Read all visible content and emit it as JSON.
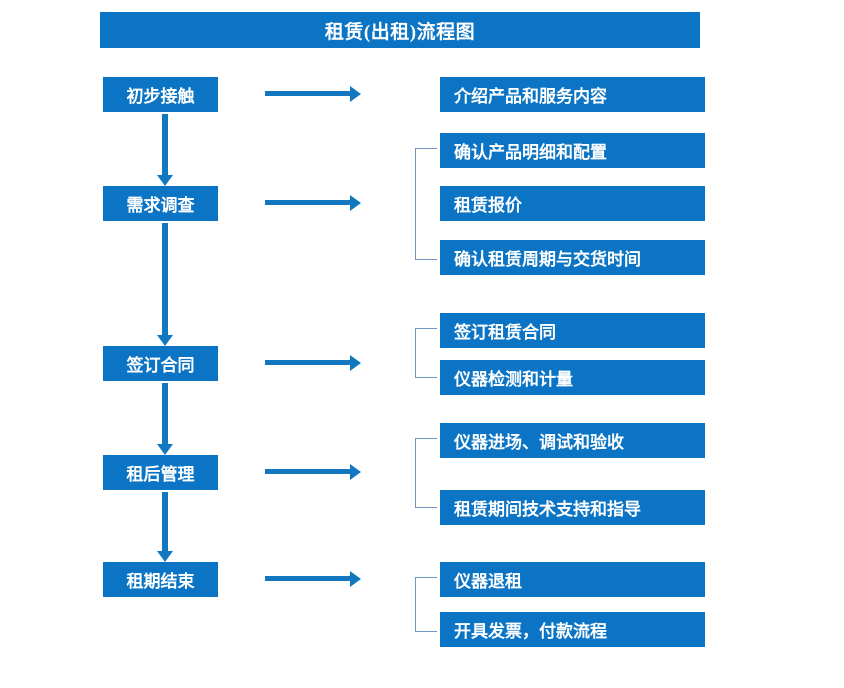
{
  "title": "租赁(出租)流程图",
  "colors": {
    "box_fill": "#0b74c4",
    "box_text": "#ffffff",
    "arrow": "#1178c0",
    "bracket": "#6e95bd",
    "background": "#ffffff"
  },
  "left_column": {
    "nodes": [
      {
        "label": "初步接触"
      },
      {
        "label": "需求调查"
      },
      {
        "label": "签订合同"
      },
      {
        "label": "租后管理"
      },
      {
        "label": "租期结束"
      }
    ]
  },
  "right_column": {
    "groups": [
      {
        "for_node": "初步接触",
        "bracketed": false,
        "items": [
          {
            "label": "介绍产品和服务内容"
          }
        ]
      },
      {
        "for_node": "需求调查",
        "bracketed": true,
        "items": [
          {
            "label": "确认产品明细和配置"
          },
          {
            "label": "租赁报价"
          },
          {
            "label": "确认租赁周期与交货时间"
          }
        ]
      },
      {
        "for_node": "签订合同",
        "bracketed": true,
        "items": [
          {
            "label": "签订租赁合同"
          },
          {
            "label": "仪器检测和计量"
          }
        ]
      },
      {
        "for_node": "租后管理",
        "bracketed": true,
        "items": [
          {
            "label": "仪器进场、调试和验收"
          },
          {
            "label": "租赁期间技术支持和指导"
          }
        ]
      },
      {
        "for_node": "租期结束",
        "bracketed": true,
        "items": [
          {
            "label": "仪器退租"
          },
          {
            "label": "开具发票，付款流程"
          }
        ]
      }
    ]
  },
  "connectors": {
    "vertical_arrow_count": 4,
    "horizontal_arrow_count": 5,
    "arrow_direction_vertical": "down",
    "arrow_direction_horizontal": "right"
  }
}
